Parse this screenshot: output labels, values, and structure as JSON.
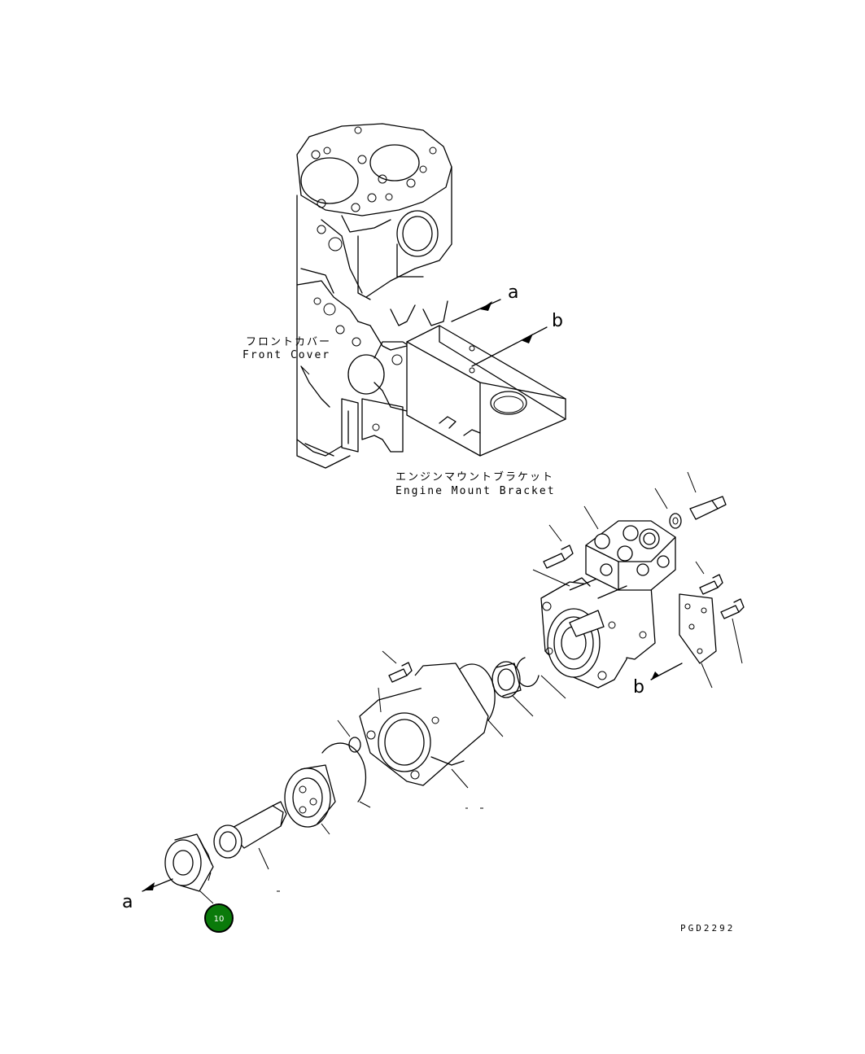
{
  "labels": {
    "front_cover_jp": "フロントカバー",
    "front_cover_en": "Front Cover",
    "engine_mount_jp": "エンジンマウントブラケット",
    "engine_mount_en": "Engine Mount Bracket",
    "ref_a": "a",
    "ref_b": "b",
    "drawing_code": "PGD2292"
  },
  "callouts": [
    {
      "number": "10",
      "color": "#0a7a0a"
    }
  ]
}
